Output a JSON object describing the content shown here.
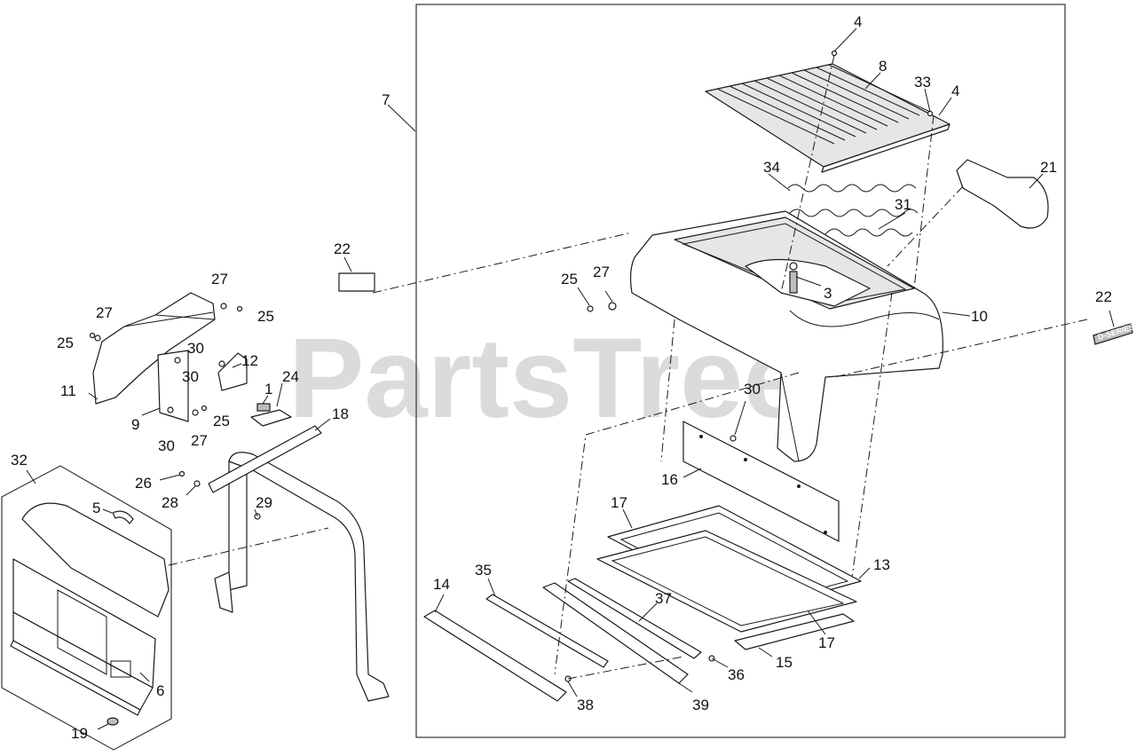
{
  "watermark": "PartsTree",
  "decal_text": "D-SERIES",
  "callouts": {
    "c1": "1",
    "c3": "3",
    "c4a": "4",
    "c4b": "4",
    "c5": "5",
    "c6": "6",
    "c7": "7",
    "c8": "8",
    "c9": "9",
    "c10": "10",
    "c11": "11",
    "c12": "12",
    "c13": "13",
    "c14": "14",
    "c15": "15",
    "c16": "16",
    "c17a": "17",
    "c17b": "17",
    "c18": "18",
    "c19": "19",
    "c21": "21",
    "c22a": "22",
    "c22b": "22",
    "c24": "24",
    "c25a": "25",
    "c25b": "25",
    "c25c": "25",
    "c25d": "25",
    "c26": "26",
    "c27a": "27",
    "c27b": "27",
    "c27c": "27",
    "c27d": "27",
    "c28": "28",
    "c29": "29",
    "c30a": "30",
    "c30b": "30",
    "c30c": "30",
    "c30d": "30",
    "c31": "31",
    "c32": "32",
    "c33": "33",
    "c34": "34",
    "c35": "35",
    "c36": "36",
    "c37": "37",
    "c38": "38",
    "c39": "39"
  }
}
